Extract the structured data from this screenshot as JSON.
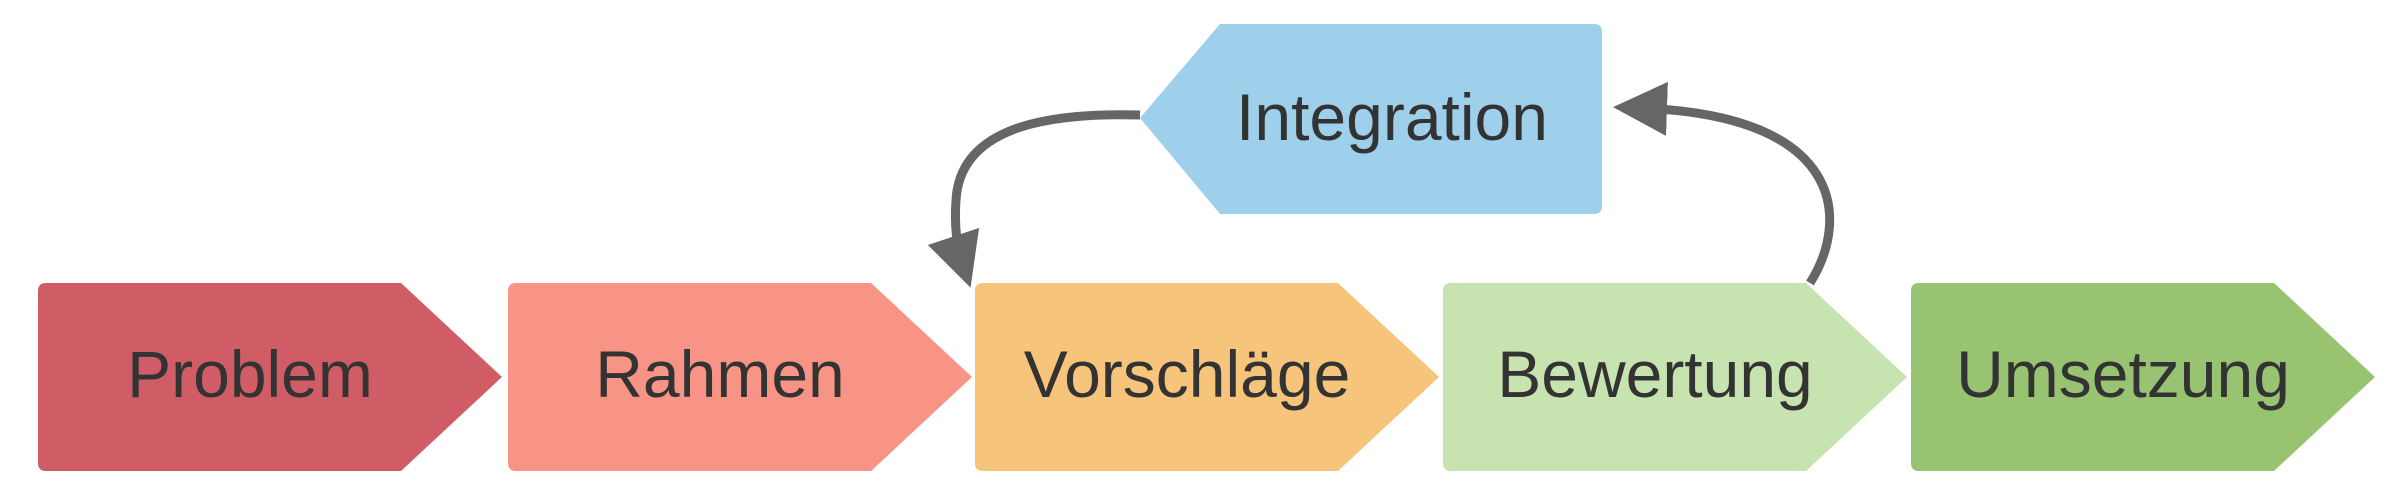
{
  "steps": [
    {
      "label": "Problem",
      "color": "#d05c65"
    },
    {
      "label": "Rahmen",
      "color": "#f79486"
    },
    {
      "label": "Vorschläge",
      "color": "#f7c47c"
    },
    {
      "label": "Bewertung",
      "color": "#c6e3b0"
    },
    {
      "label": "Umsetzung",
      "color": "#98c472"
    }
  ],
  "loop": {
    "label": "Integration",
    "color": "#9ed0ec"
  },
  "arrow_color": "#666666"
}
